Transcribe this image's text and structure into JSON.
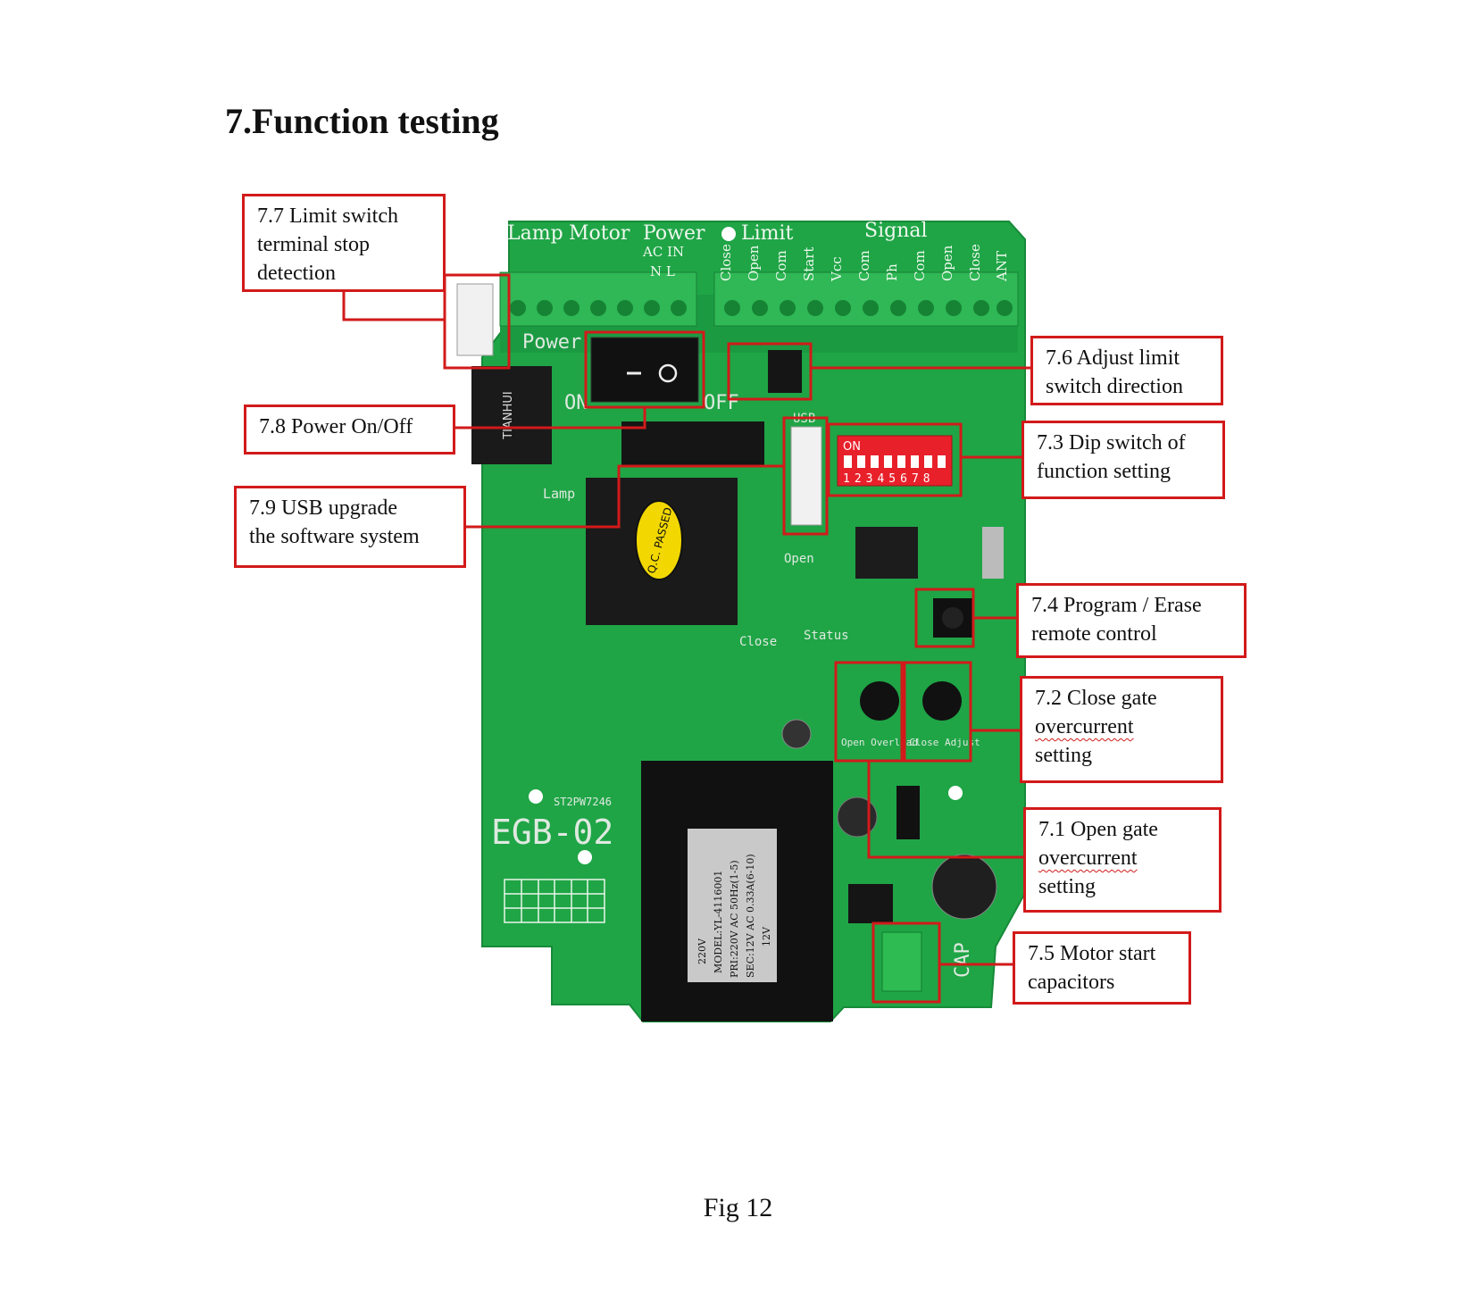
{
  "heading": "7.Function testing",
  "caption": "Fig 12",
  "callouts": {
    "c77": {
      "line1": "7.7 Limit switch",
      "line2": "terminal stop",
      "line3": "detection"
    },
    "c78": {
      "line1": "7.8 Power On/Off"
    },
    "c79": {
      "line1": "7.9 USB upgrade",
      "line2": "the software system"
    },
    "c76": {
      "line1": "7.6 Adjust limit",
      "line2": "switch direction"
    },
    "c73": {
      "line1": "7.3 Dip switch of",
      "line2": "function setting"
    },
    "c74": {
      "line1": "7.4 Program / Erase",
      "line2": "remote control"
    },
    "c72": {
      "line1": "7.2 Close gate",
      "line2": "overcurrent",
      "line3": "setting"
    },
    "c71": {
      "line1": "7.1 Open gate",
      "line2": "overcurrent",
      "line3": "setting"
    },
    "c75": {
      "line1": "7.5 Motor start",
      "line2": "capacitors"
    }
  },
  "board": {
    "top_labels": {
      "lamp": "Lamp",
      "motor": "Motor",
      "power": "Power",
      "limit": "Limit",
      "signal": "Signal",
      "acin": "AC IN",
      "nl": "N  L"
    },
    "model": "EGB-02",
    "serial": "ST2PW7246",
    "dip_on": "ON",
    "dip_numbers": "12345678",
    "usb": "USB",
    "cap": "CAP",
    "on": "ON",
    "off": "OFF",
    "power_silk": "Power",
    "qc": "Q.C. PASSED",
    "relay_brand": "TIANHUI",
    "transformer": {
      "l1": "220V",
      "l2": "MODEL:YL-4116001",
      "l3": "PRI:220V AC 50Hz(1-5)",
      "l4": "SEC:12V AC 0.33A(6-10)",
      "l5": "12V"
    },
    "pot_open": "Open Overload",
    "pot_close": "Close Adjust",
    "open": "Open",
    "close": "Close",
    "status": "Status",
    "signal_pins": [
      "Close",
      "Open",
      "Com",
      "Start",
      "Vcc",
      "Com",
      "Ph",
      "Com",
      "Open",
      "Close",
      "ANT"
    ],
    "lamp_silk": "Lamp"
  }
}
